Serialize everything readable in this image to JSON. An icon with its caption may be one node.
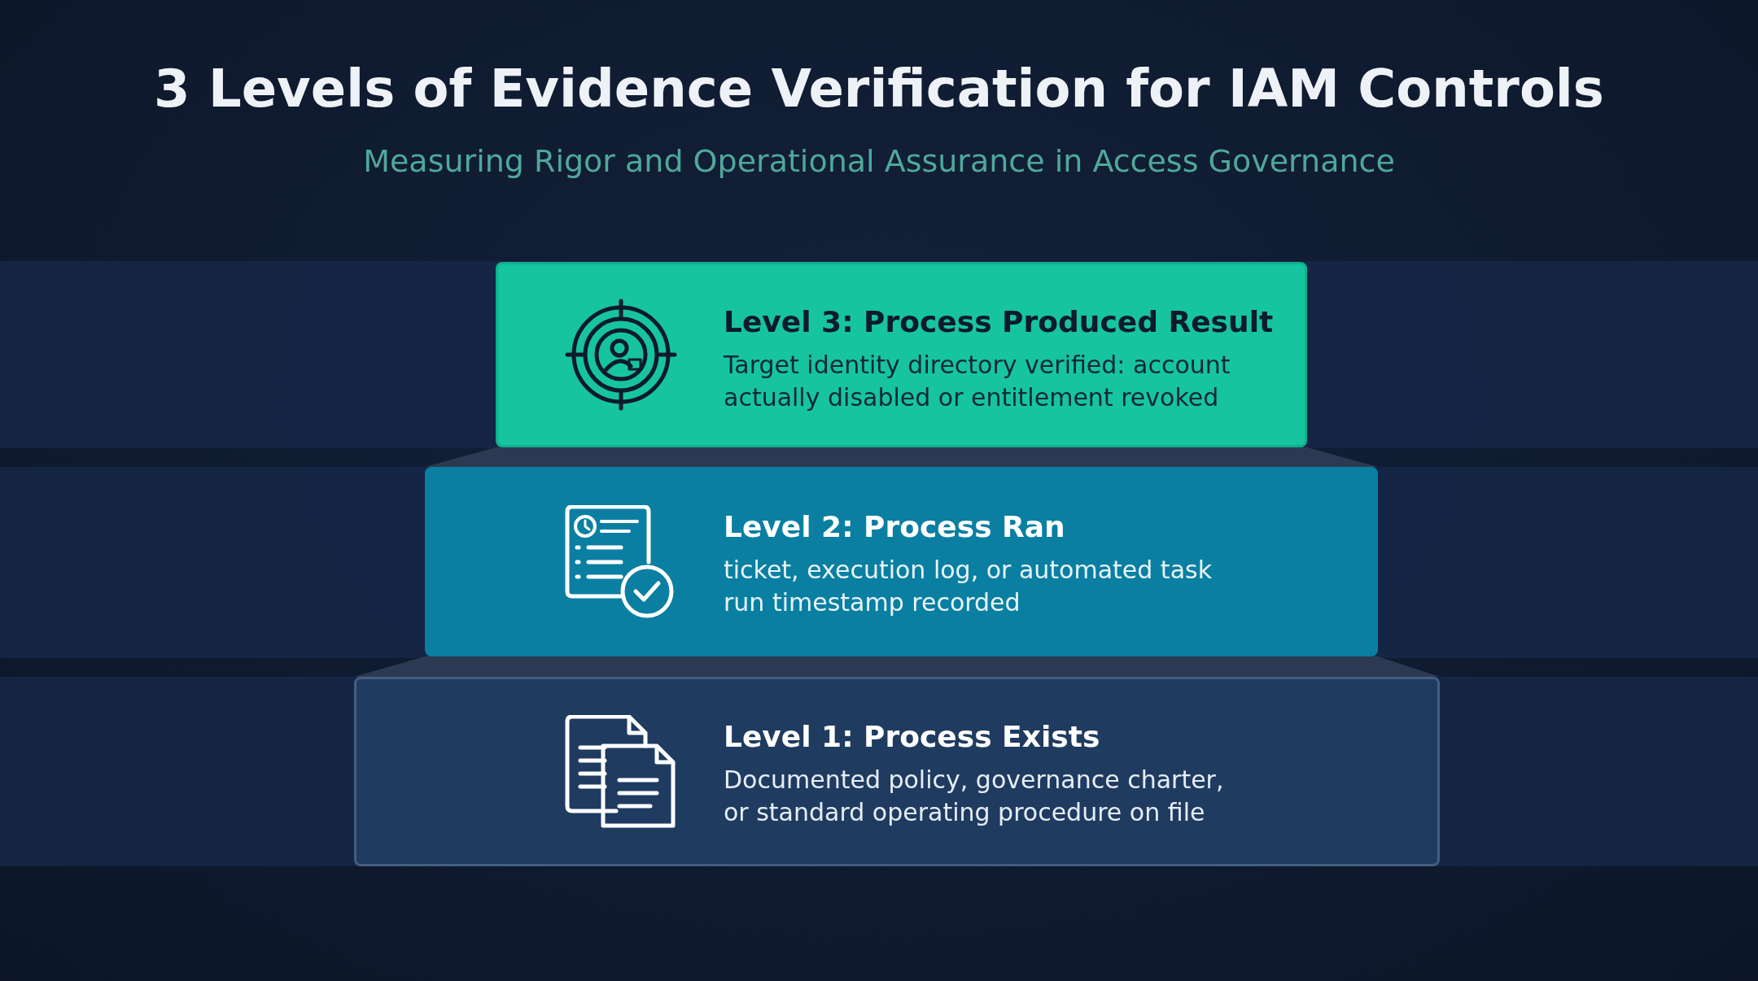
{
  "diagram": {
    "title": "3 Levels of Evidence Verification for IAM Controls",
    "caption": "Measuring Rigor and Operational Assurance in Access Governance",
    "nodes": [
      {
        "text": [
          "Level 3: Process Produced Result",
          "Target identity directory verified: account actually disabled or entitlement revoked"
        ]
      },
      {
        "text": [
          "Level 2: Process Ran",
          "ticket, execution log, or automated task run timestamp recorded"
        ]
      },
      {
        "text": [
          "Level 1: Process Exists",
          "Documented policy, governance charter, or standard operating procedure on file"
        ]
      }
    ]
  }
}
